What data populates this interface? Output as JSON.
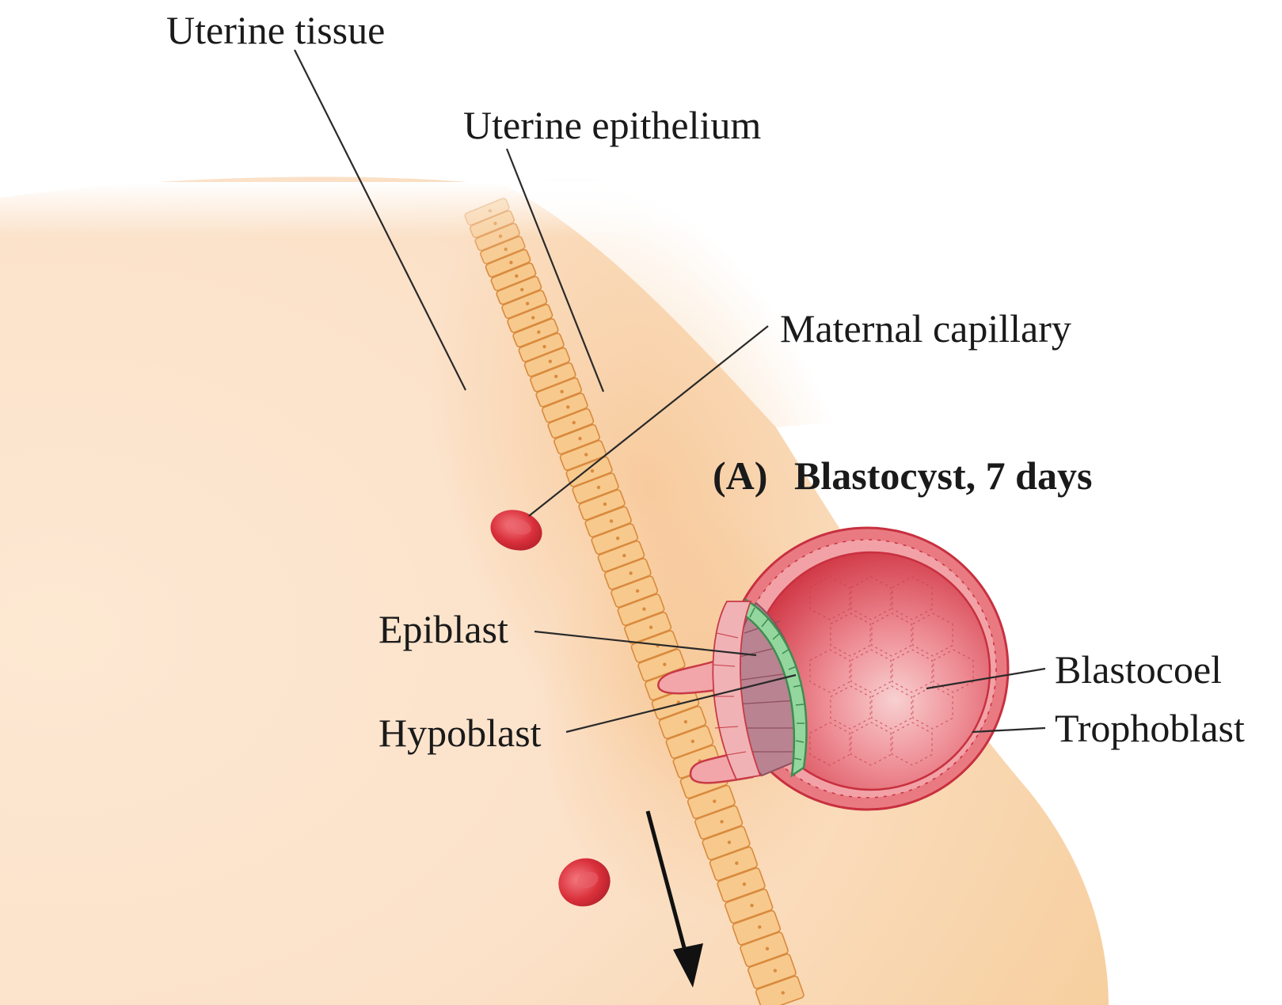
{
  "labels": {
    "uterine_tissue": "Uterine tissue",
    "uterine_epithelium": "Uterine epithelium",
    "maternal_capillary": "Maternal capillary",
    "panel_letter": "(A)",
    "panel_title": "Blastocyst, 7 days",
    "epiblast": "Epiblast",
    "hypoblast": "Hypoblast",
    "blastocoel": "Blastocoel",
    "trophoblast": "Trophoblast"
  },
  "colors": {
    "background": "#ffffff",
    "tissue": "#fbe3cc",
    "tissue_dark": "#f3bd86",
    "epithelium_cell": "#f7c98d",
    "epithelium_edge": "#d98a3d",
    "blastocyst": "#e0505c",
    "blastocyst_light": "#f5b3b3",
    "trophoblast": "#e77f85",
    "epiblast": "#b98290",
    "hypoblast": "#95d6a0",
    "blood_cell": "#d92f3a",
    "arrow": "#111111"
  }
}
